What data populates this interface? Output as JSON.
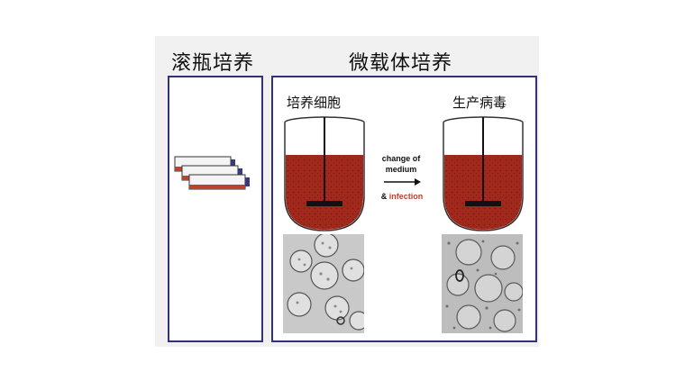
{
  "left_section": {
    "title": "滚瓶培养"
  },
  "right_section": {
    "title": "微载体培养",
    "vessel_left_label": "培养细胞",
    "vessel_right_label": "生产病毒",
    "arrow": {
      "line1": "change of",
      "line2": "medium",
      "amp": "&",
      "infection": "infection"
    }
  },
  "colors": {
    "panel_border": "#32327a",
    "medium": "#a1291c",
    "infection_text": "#b8432e",
    "canvas_bg": "#f1f1f1"
  },
  "icons": [
    "roller-bottles-icon",
    "bioreactor-icon",
    "arrow-right-icon",
    "micrograph-microcarriers",
    "micrograph-infected-microcarriers"
  ]
}
